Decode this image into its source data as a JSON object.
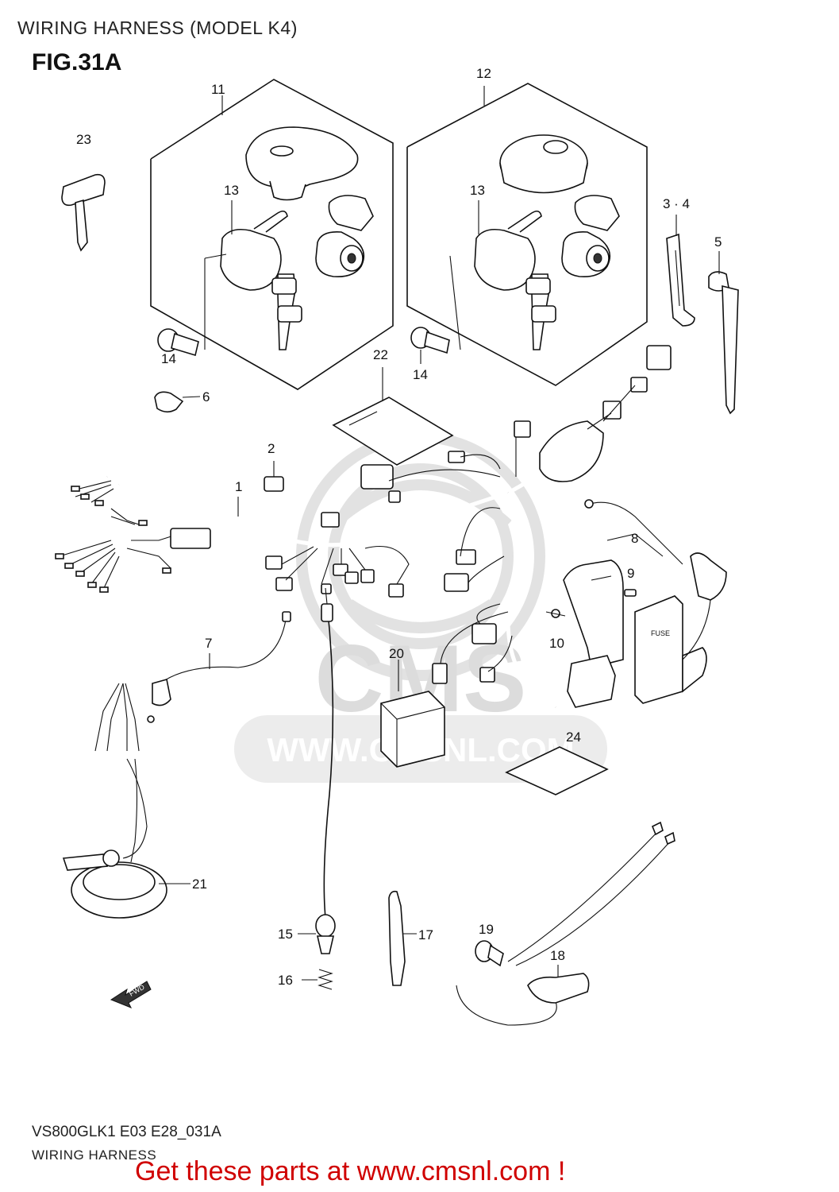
{
  "header": {
    "title": "WIRING HARNESS (MODEL K4)"
  },
  "figure": {
    "label": "FIG.31A"
  },
  "watermark": {
    "brand": "CMS",
    "url": "WWW.CMSNL.COM"
  },
  "diagram": {
    "callouts": [
      "1",
      "2",
      "3 · 4",
      "5",
      "6",
      "7",
      "8",
      "9",
      "10",
      "11",
      "12",
      "13",
      "13",
      "14",
      "14",
      "15",
      "16",
      "17",
      "18",
      "19",
      "20",
      "21",
      "22",
      "23",
      "24"
    ],
    "fwd_label": "FWD",
    "fuse_label": "FUSE"
  },
  "footer": {
    "code": "VS800GLK1 E03 E28_031A",
    "name": "WIRING HARNESS",
    "promo": "Get these parts at www.cmsnl.com !"
  },
  "colors": {
    "promo": "#d00000",
    "line": "#111111",
    "watermark": "#e2e2e2"
  }
}
